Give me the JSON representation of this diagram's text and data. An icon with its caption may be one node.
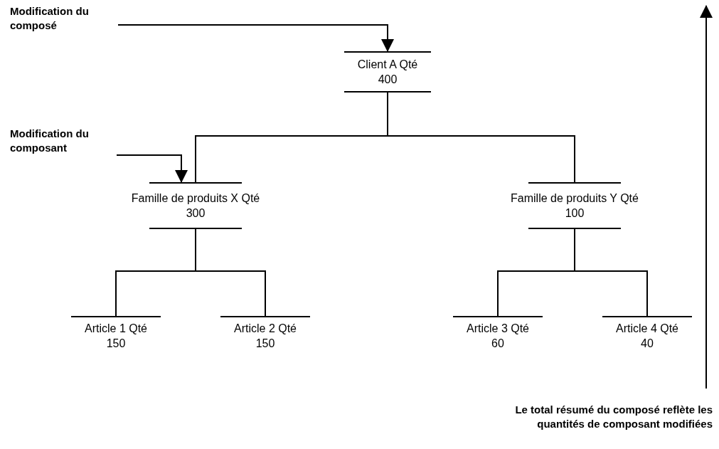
{
  "diagram": {
    "nodes": [
      {
        "text": [
          "Modification du composé"
        ]
      },
      {
        "text": [
          "Client A Qté 400"
        ]
      },
      {
        "text": [
          "Famille de produits X Qté 300"
        ]
      },
      {
        "text": [
          "Famille de produits Y Qté 100"
        ]
      },
      {
        "text": [
          "Article 1 Qté 150"
        ]
      },
      {
        "text": [
          "Article 2 Qté 150"
        ]
      },
      {
        "text": [
          "Article 3 Qté 60"
        ]
      },
      {
        "text": [
          "Article 4 Qté 40"
        ]
      },
      {
        "text": [
          "Modification du composant"
        ]
      },
      {
        "text": [
          "Le total résumé du composé reflète les quantités de composant modifiées"
        ]
      }
    ],
    "edges": [
      {
        "from": 0,
        "to": 1,
        "arrow": "to"
      },
      {
        "from": 1,
        "to": 2,
        "arrow": "none"
      },
      {
        "from": 1,
        "to": 3,
        "arrow": "none"
      },
      {
        "from": 2,
        "to": 4,
        "arrow": "none"
      },
      {
        "from": 2,
        "to": 5,
        "arrow": "none"
      },
      {
        "from": 3,
        "to": 6,
        "arrow": "none"
      },
      {
        "from": 3,
        "to": 7,
        "arrow": "none"
      },
      {
        "from": 8,
        "to": 2,
        "arrow": "to"
      },
      {
        "from": 9,
        "to": null,
        "arrow": "to"
      }
    ]
  }
}
